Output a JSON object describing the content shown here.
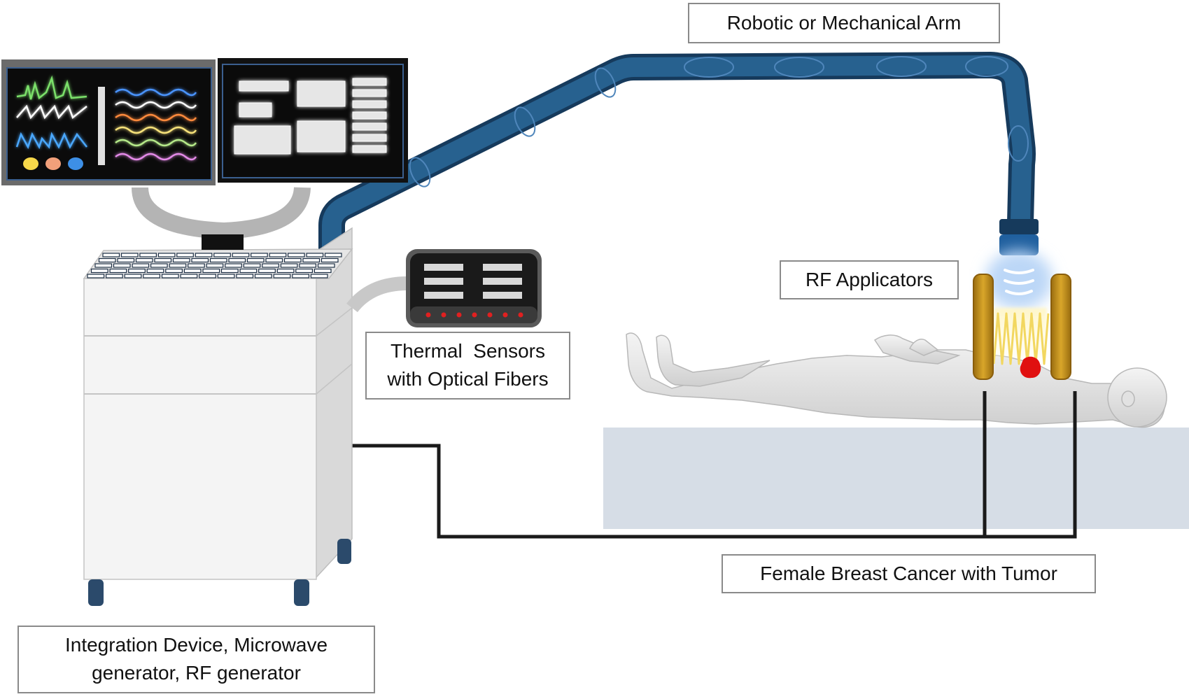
{
  "labels": {
    "robotic_arm": "Robotic or Mechanical Arm",
    "rf_applicators": "RF Applicators",
    "thermal_sensors_line1": "Thermal  Sensors",
    "thermal_sensors_line2": "with Optical Fibers",
    "breast_cancer": "Female Breast Cancer with Tumor",
    "integration_line1": "Integration Device, Microwave",
    "integration_line2": "generator, RF generator"
  },
  "colors": {
    "arm": "#1f4e79",
    "arm_highlight": "#2e6aa3",
    "cable": "#1a1a1a",
    "cart": "#f2f2f2",
    "cart_shadow": "#d6d6d6",
    "bed": "#d6dde6",
    "applicator": "#c8961e",
    "tumor": "#e01010",
    "glow": "#b8d4f5"
  },
  "icons": {
    "monitor_left": "vital-signs-monitor",
    "monitor_right": "control-panel-monitor",
    "keyboard": "keyboard",
    "thermal_device": "thermal-sensor-unit",
    "patient": "patient-body",
    "tumor": "tumor"
  }
}
